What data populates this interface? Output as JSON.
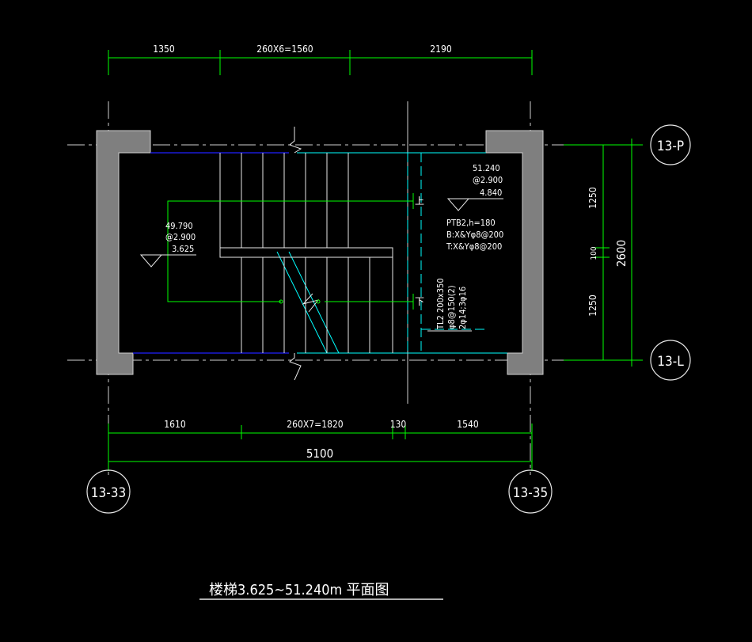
{
  "colors": {
    "background": "#000000",
    "wall_fill": "#7f7f7f",
    "dimension": "#00ff00",
    "stair": "#ffffff",
    "landing_beam": "#00ffff",
    "slab_edge": "#0000ff",
    "axis_line": "#ffffff"
  },
  "drawing": {
    "title": "楼梯3.625~51.240m 平面图",
    "top_dims": [
      "1350",
      "260X6=1560",
      "2190"
    ],
    "bottom_dims": [
      "1610",
      "260X7=1820",
      "130",
      "1540"
    ],
    "total_dim": "5100",
    "right_dims": [
      "1250",
      "100",
      "1250"
    ],
    "right_total": "2600",
    "axes": {
      "top": "13-P",
      "bottom": "13-L",
      "left": "13-33",
      "right": "13-35"
    },
    "elev_left": [
      "49.790",
      "@2.900",
      "3.625"
    ],
    "elev_right": [
      "51.240",
      "@2.900",
      "4.840"
    ],
    "slab_note": [
      "PTB2,h=180",
      "B:X&Yφ8@200",
      "T:X&Yφ8@200"
    ],
    "beam_note": [
      "TL2 200x350",
      "φ8@150(2)",
      "2φ14;3φ16"
    ],
    "marks": {
      "up": "上",
      "down": "下"
    }
  }
}
